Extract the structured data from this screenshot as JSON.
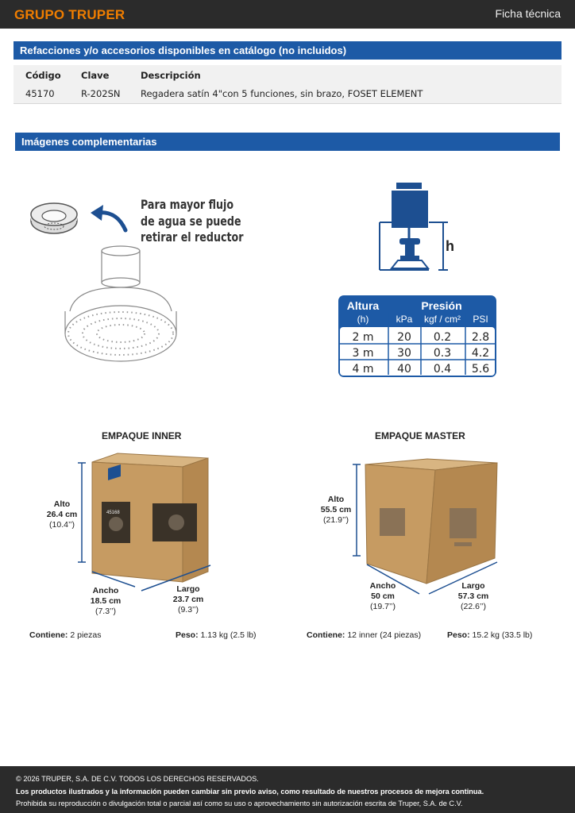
{
  "header": {
    "brand": "GRUPO TRUPER",
    "title": "Ficha técnica"
  },
  "parts_section": {
    "title": "Refacciones y/o accesorios disponibles en catálogo (no incluidos)",
    "columns": [
      "Código",
      "Clave",
      "Descripción"
    ],
    "rows": [
      [
        "45170",
        "R-202SN",
        "Regadera satín 4\"con 5 funciones, sin brazo, FOSET ELEMENT"
      ]
    ]
  },
  "images_section": {
    "title": "Imágenes complementarias"
  },
  "showerhead_note": [
    "Para mayor flujo",
    "de agua se puede",
    "retirar el reductor"
  ],
  "height_label": "h",
  "pressure_table": {
    "col1_head": "Altura",
    "col1_sub": "(h)",
    "group_head": "Presión",
    "units": [
      "kPa",
      "kgf / cm²",
      "PSI"
    ],
    "rows": [
      [
        "2 m",
        "20",
        "0.2",
        "2.8"
      ],
      [
        "3 m",
        "30",
        "0.3",
        "4.2"
      ],
      [
        "4 m",
        "40",
        "0.4",
        "5.6"
      ]
    ]
  },
  "packages": {
    "inner": {
      "title": "EMPAQUE INNER",
      "alto": {
        "label": "Alto",
        "cm": "26.4 cm",
        "in": "(10.4’’)"
      },
      "ancho": {
        "label": "Ancho",
        "cm": "18.5 cm",
        "in": "(7.3’’)"
      },
      "largo": {
        "label": "Largo",
        "cm": "23.7 cm",
        "in": "(9.3’’)"
      },
      "contains_label": "Contiene:",
      "contains": "2 piezas",
      "weight_label": "Peso:",
      "weight": "1.13 kg (2.5 lb)",
      "box_code": "45168"
    },
    "master": {
      "title": "EMPAQUE MASTER",
      "alto": {
        "label": "Alto",
        "cm": "55.5 cm",
        "in": "(21.9’’)"
      },
      "ancho": {
        "label": "Ancho",
        "cm": "50 cm",
        "in": "(19.7’’)"
      },
      "largo": {
        "label": "Largo",
        "cm": "57.3 cm",
        "in": "(22.6’’)"
      },
      "contains_label": "Contiene:",
      "contains": "12 inner (24 piezas)",
      "weight_label": "Peso:",
      "weight": "15.2 kg (33.5 lb)"
    }
  },
  "footer": {
    "line1": "© 2026 TRUPER, S.A. DE C.V. TODOS LOS DERECHOS RESERVADOS.",
    "line2": "Los productos ilustrados y la información pueden cambiar sin previo aviso, como resultado de nuestros procesos de mejora continua.",
    "line3": "Prohibida su reproducción o divulgación total o parcial así como su uso o aprovechamiento sin autorización escrita de Truper, S.A. de C.V."
  },
  "colors": {
    "brand_orange": "#ef7d00",
    "section_blue": "#1d5aa6",
    "dark_bar": "#2b2b2b",
    "table_blue": "#1d5aa6",
    "cardboard": "#c9a06a"
  }
}
